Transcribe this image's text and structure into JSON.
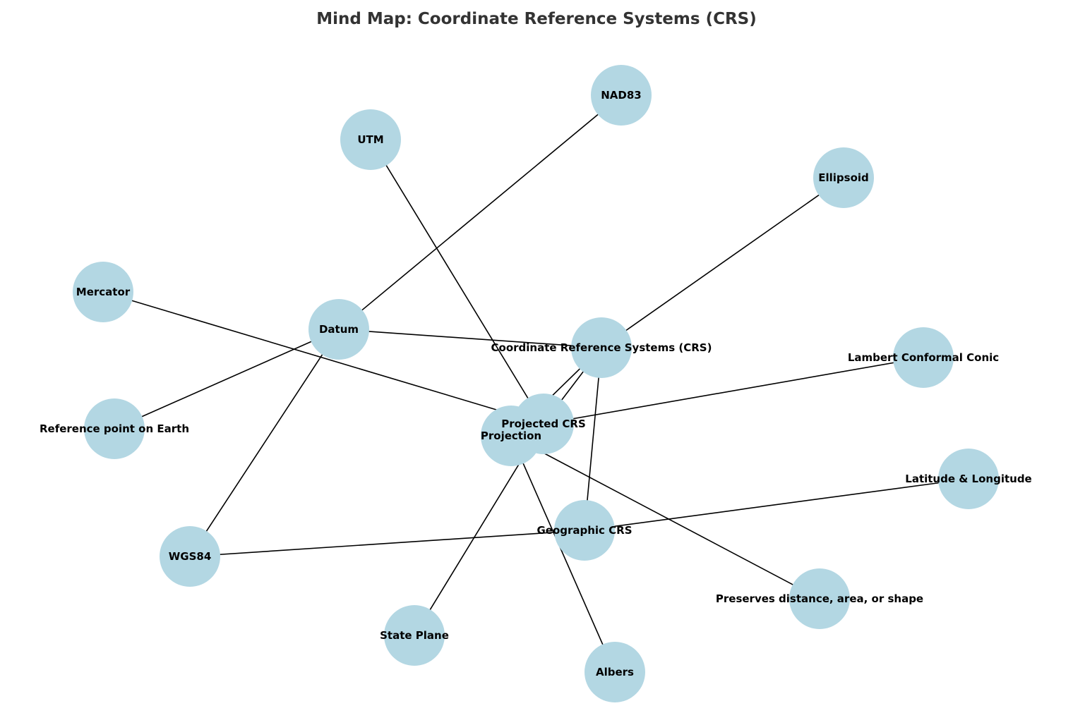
{
  "title": "Mind Map: Coordinate Reference Systems (CRS)",
  "colors": {
    "node_fill": "#b3d7e3",
    "edge": "#000000",
    "title": "#333333",
    "label": "#000000"
  },
  "nodes": [
    {
      "id": "crs",
      "label": "Coordinate Reference Systems (CRS)"
    },
    {
      "id": "geographic",
      "label": "Geographic CRS"
    },
    {
      "id": "projected",
      "label": "Projected CRS"
    },
    {
      "id": "datum",
      "label": "Datum"
    },
    {
      "id": "ellipsoid",
      "label": "Ellipsoid"
    },
    {
      "id": "projection",
      "label": "Projection"
    },
    {
      "id": "latlong",
      "label": "Latitude & Longitude"
    },
    {
      "id": "utm",
      "label": "UTM"
    },
    {
      "id": "stateplane",
      "label": "State Plane"
    },
    {
      "id": "wgs84",
      "label": "WGS84"
    },
    {
      "id": "nad83",
      "label": "NAD83"
    },
    {
      "id": "refpoint",
      "label": "Reference point on Earth"
    },
    {
      "id": "mercator",
      "label": "Mercator"
    },
    {
      "id": "lambert",
      "label": "Lambert Conformal Conic"
    },
    {
      "id": "albers",
      "label": "Albers"
    },
    {
      "id": "preserves",
      "label": "Preserves distance, area, or shape"
    }
  ],
  "edges": [
    [
      "crs",
      "geographic"
    ],
    [
      "crs",
      "projected"
    ],
    [
      "crs",
      "datum"
    ],
    [
      "crs",
      "ellipsoid"
    ],
    [
      "crs",
      "projection"
    ],
    [
      "geographic",
      "latlong"
    ],
    [
      "geographic",
      "wgs84"
    ],
    [
      "projected",
      "utm"
    ],
    [
      "projected",
      "stateplane"
    ],
    [
      "projected",
      "lambert"
    ],
    [
      "projected",
      "mercator"
    ],
    [
      "datum",
      "wgs84"
    ],
    [
      "datum",
      "nad83"
    ],
    [
      "datum",
      "refpoint"
    ],
    [
      "projection",
      "albers"
    ],
    [
      "projection",
      "preserves"
    ]
  ]
}
